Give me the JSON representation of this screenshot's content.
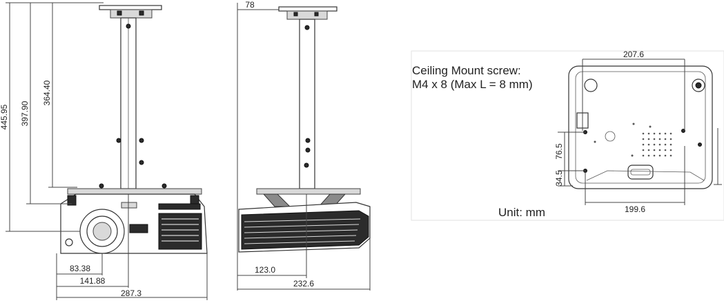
{
  "front_view": {
    "height_dims": [
      "445.95",
      "397.90",
      "364.40"
    ],
    "width_dims": [
      "83.38",
      "141.88",
      "287.3"
    ]
  },
  "side_view": {
    "top_dim": "78",
    "width_dims": [
      "123.0",
      "232.6"
    ]
  },
  "bottom_view": {
    "caption_line1": "Ceiling Mount screw:",
    "caption_line2": "M4 x 8 (Max L = 8 mm)",
    "unit_label": "Unit: mm",
    "width_top": "207.6",
    "width_bottom": "199.6",
    "height_dims": [
      "76.5",
      "34.5"
    ]
  }
}
